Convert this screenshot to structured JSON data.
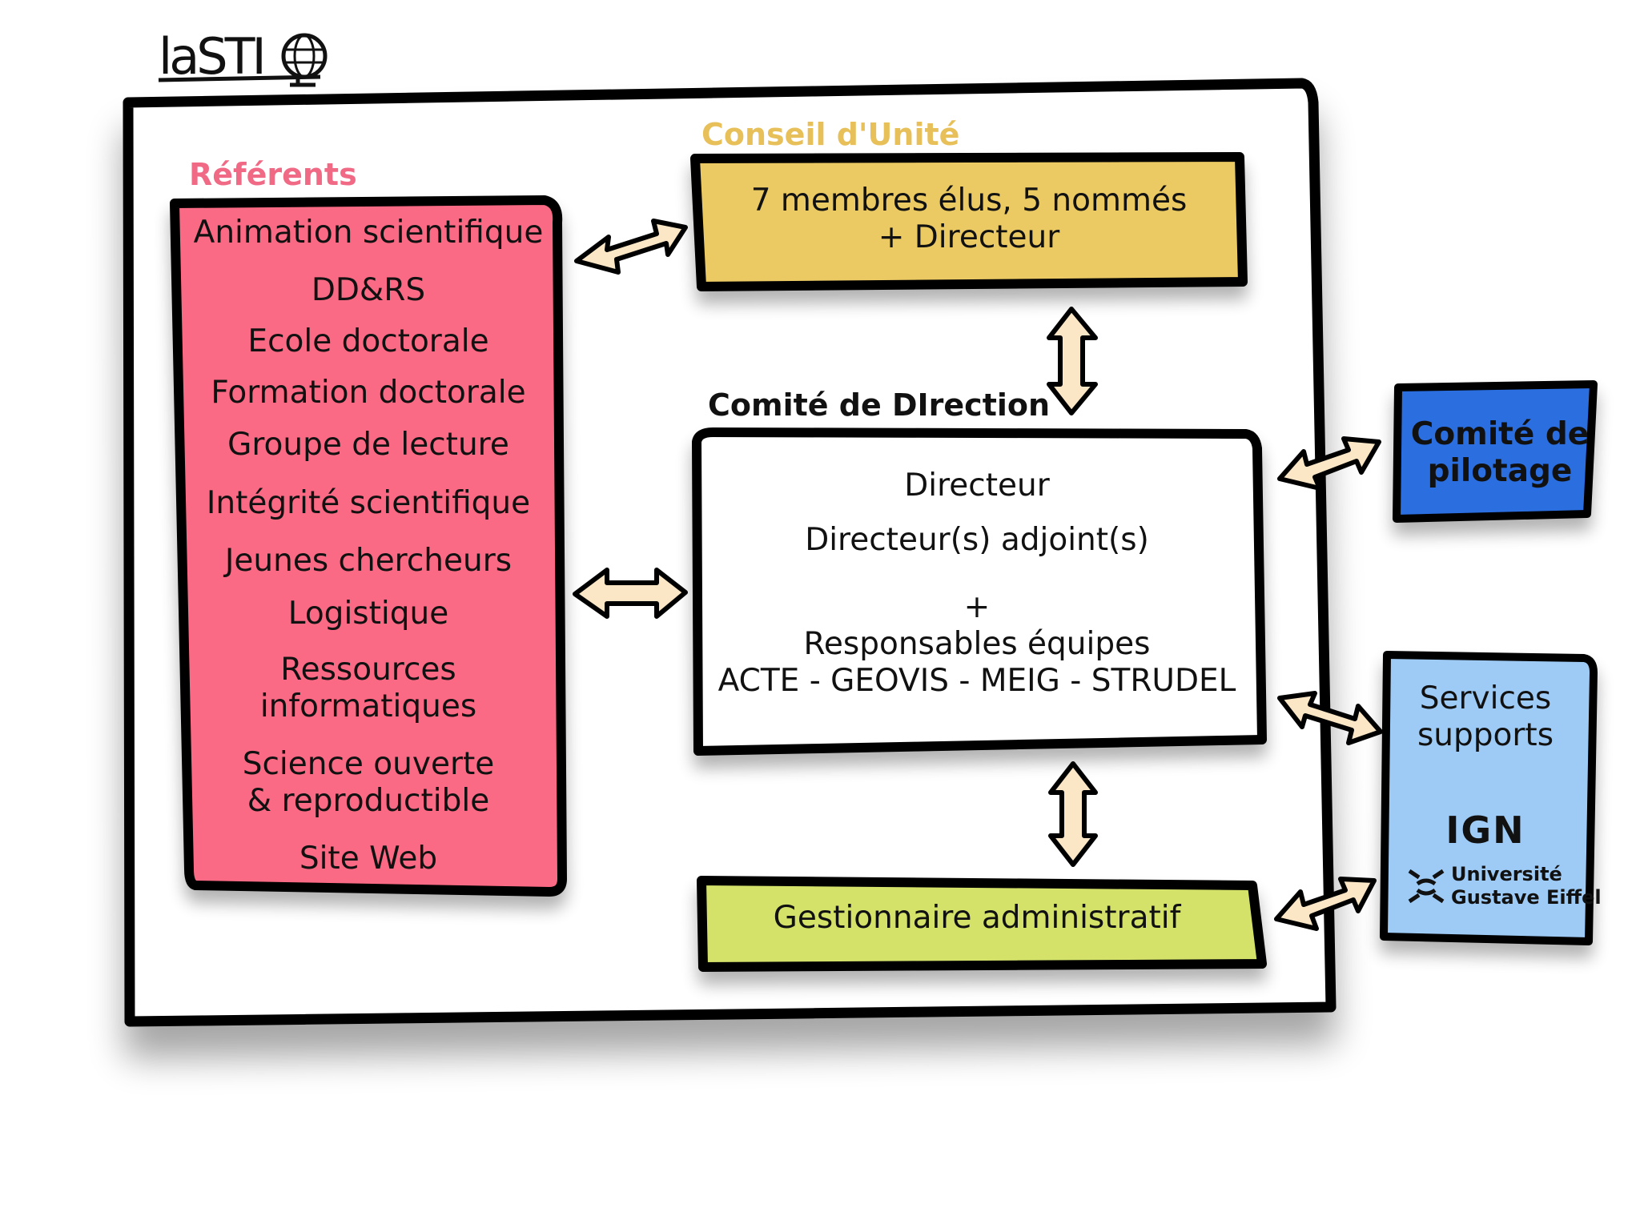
{
  "logo": {
    "text": "laSTI",
    "icon": "globe-icon"
  },
  "referents": {
    "label": "Référents",
    "items": [
      "Animation scientifique",
      "DD&RS",
      "Ecole doctorale",
      "Formation doctorale",
      "Groupe de lecture",
      "Intégrité scientifique",
      "Jeunes chercheurs",
      "Logistique",
      "Ressources",
      "informatiques",
      "Science ouverte",
      "& reproductible",
      "Site Web"
    ]
  },
  "conseil": {
    "label": "Conseil d'Unité",
    "line1": "7 membres élus, 5 nommés",
    "line2": "+ Directeur"
  },
  "comite_direction": {
    "label": "Comité de DIrection",
    "line1": "Directeur",
    "line2": "Directeur(s) adjoint(s)",
    "line3": "+",
    "line4": "Responsables équipes",
    "line5": "ACTE - GEOVIS - MEIG - STRUDEL"
  },
  "gestionnaire": {
    "label": "Gestionnaire administratif"
  },
  "pilotage": {
    "line1": "Comité de",
    "line2": "pilotage"
  },
  "services": {
    "line1": "Services",
    "line2": "supports",
    "ign": "IGN",
    "univ_line1": "Université",
    "univ_line2": "Gustave Eiffel"
  },
  "colors": {
    "referents_fill": "#fb6b84",
    "referents_label": "#f06a86",
    "conseil_fill": "#ebca63",
    "conseil_label": "#e8c05a",
    "gestionnaire_fill": "#d4e26b",
    "pilotage_fill": "#2a6ee0",
    "services_fill": "#9ecbf5",
    "arrow_fill": "#fbe7c6"
  }
}
